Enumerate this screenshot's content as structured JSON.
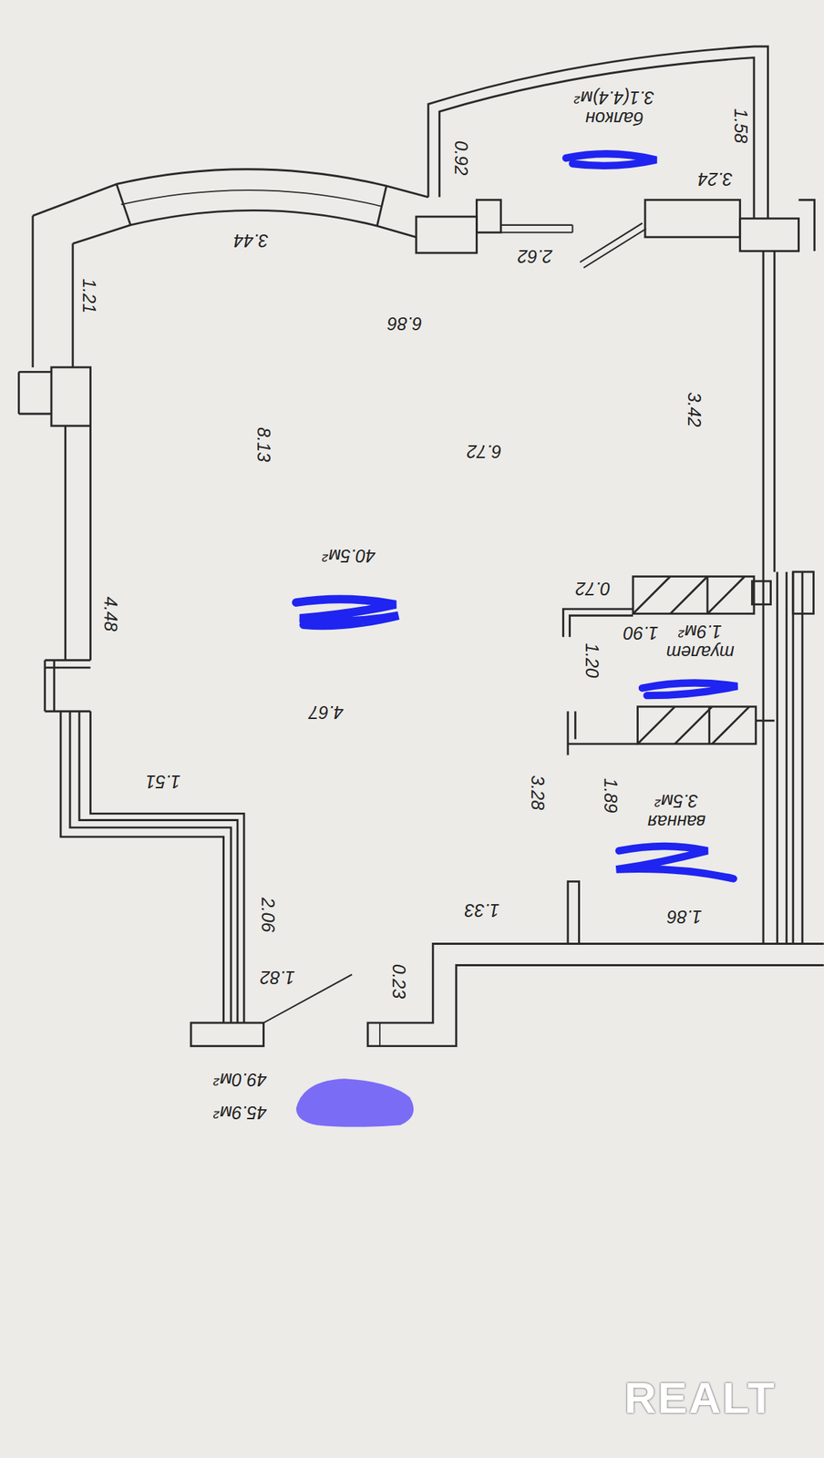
{
  "diagram": {
    "nodes": [
      {
        "text": [
          "балкон",
          "3.1(4.4)м²"
        ]
      },
      {
        "text": [
          "40.5м²"
        ]
      },
      {
        "text": [
          "туалет",
          "1.9м²"
        ]
      },
      {
        "text": [
          "ванная",
          "3.5м²"
        ]
      }
    ],
    "labels": [
      "3.44",
      "1.21",
      "0.92",
      "3.24",
      "1.58",
      "2.62",
      "6.86",
      "8.13",
      "6.72",
      "3.42",
      "4.48",
      "0.72",
      "1.90",
      "1.20",
      "4.67",
      "1.51",
      "3.28",
      "1.89",
      "1.33",
      "1.86",
      "2.06",
      "1.82",
      "0.23",
      "49.0м²",
      "45.9м²",
      "REALT"
    ]
  }
}
